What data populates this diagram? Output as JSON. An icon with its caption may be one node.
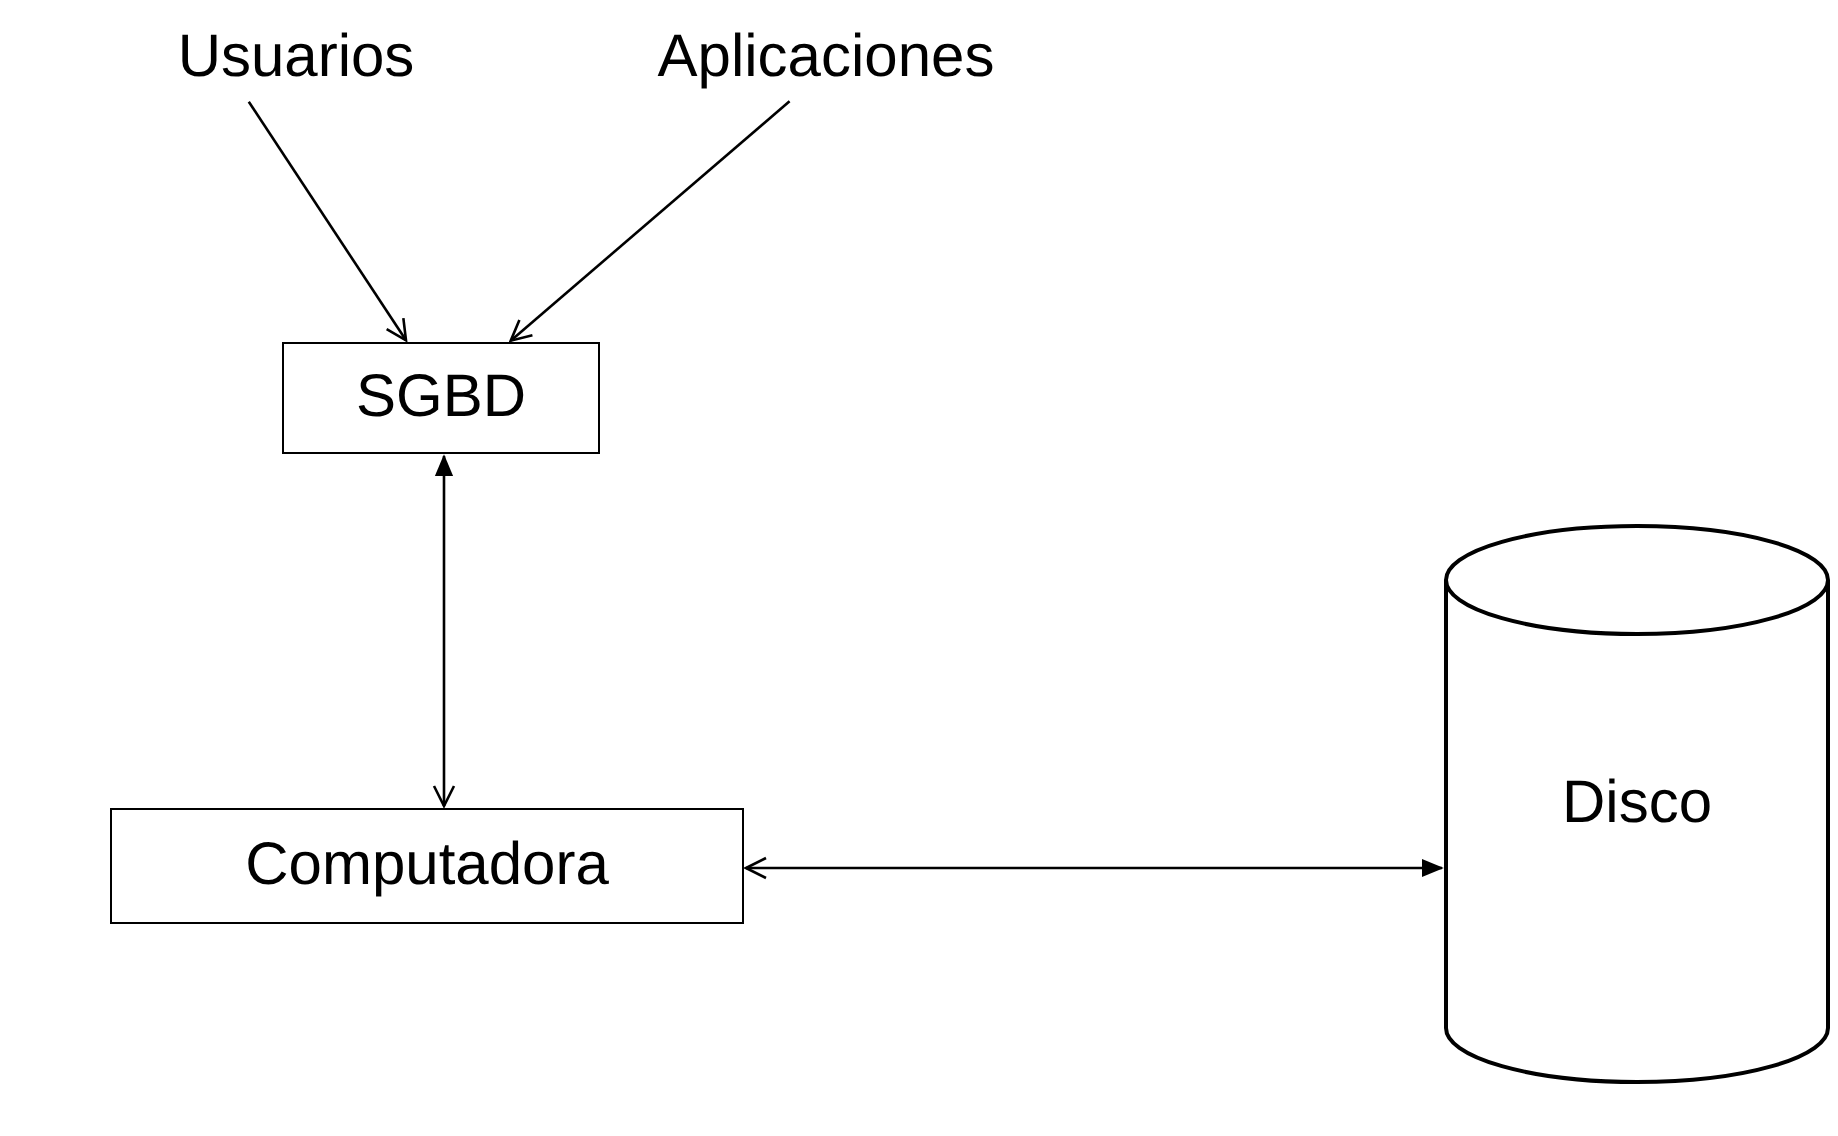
{
  "diagram": {
    "nodes": [
      {
        "text": [
          "Usuarios"
        ]
      },
      {
        "text": [
          "Aplicaciones"
        ]
      },
      {
        "text": [
          "SGBD"
        ]
      },
      {
        "text": [
          "Computadora"
        ]
      },
      {
        "text": [
          "Disco"
        ]
      }
    ],
    "edges": [
      {
        "from": 0,
        "to": 2,
        "arrow": "to"
      },
      {
        "from": 1,
        "to": 2,
        "arrow": "to"
      },
      {
        "from": 2,
        "to": 3,
        "arrow": "both"
      },
      {
        "from": 4,
        "to": 3,
        "arrow": "both"
      }
    ]
  }
}
